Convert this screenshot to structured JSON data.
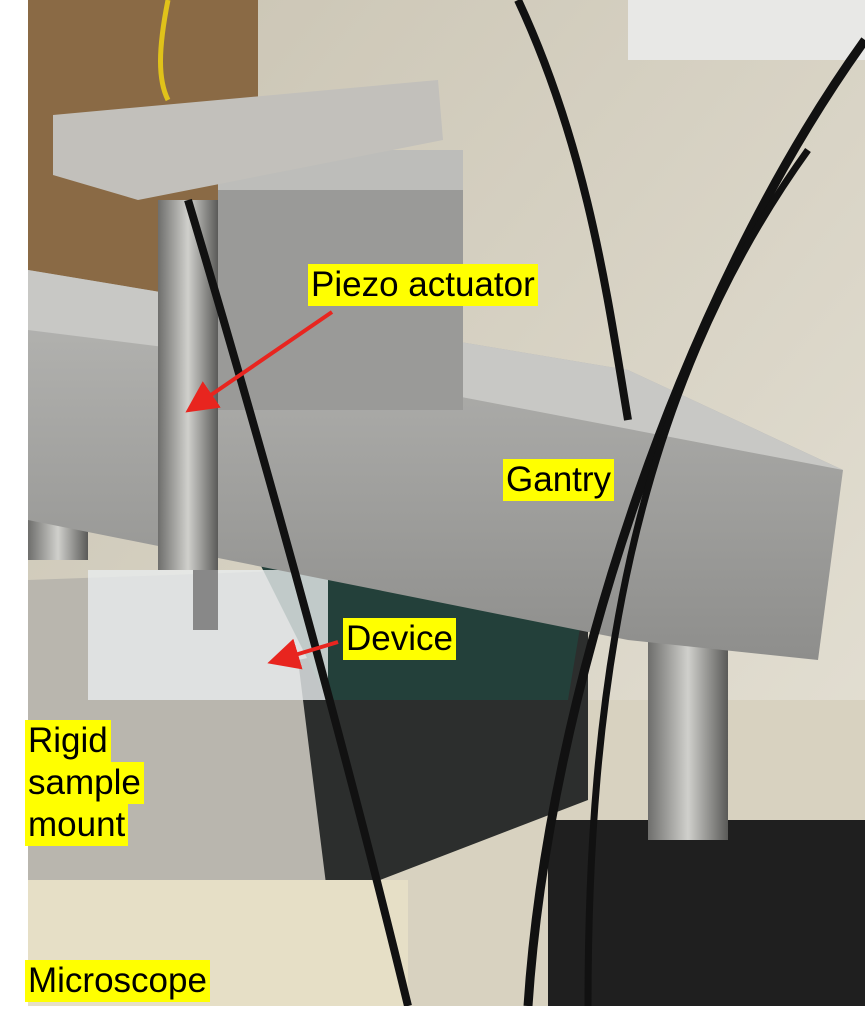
{
  "labels": {
    "piezo": "Piezo actuator",
    "gantry": "Gantry",
    "device": "Device",
    "mount_lines": [
      "Rigid",
      "sample",
      "mount"
    ],
    "microscope": "Microscope"
  },
  "colors": {
    "label_bg": "#ffff00",
    "arrow": "#e8251f"
  }
}
